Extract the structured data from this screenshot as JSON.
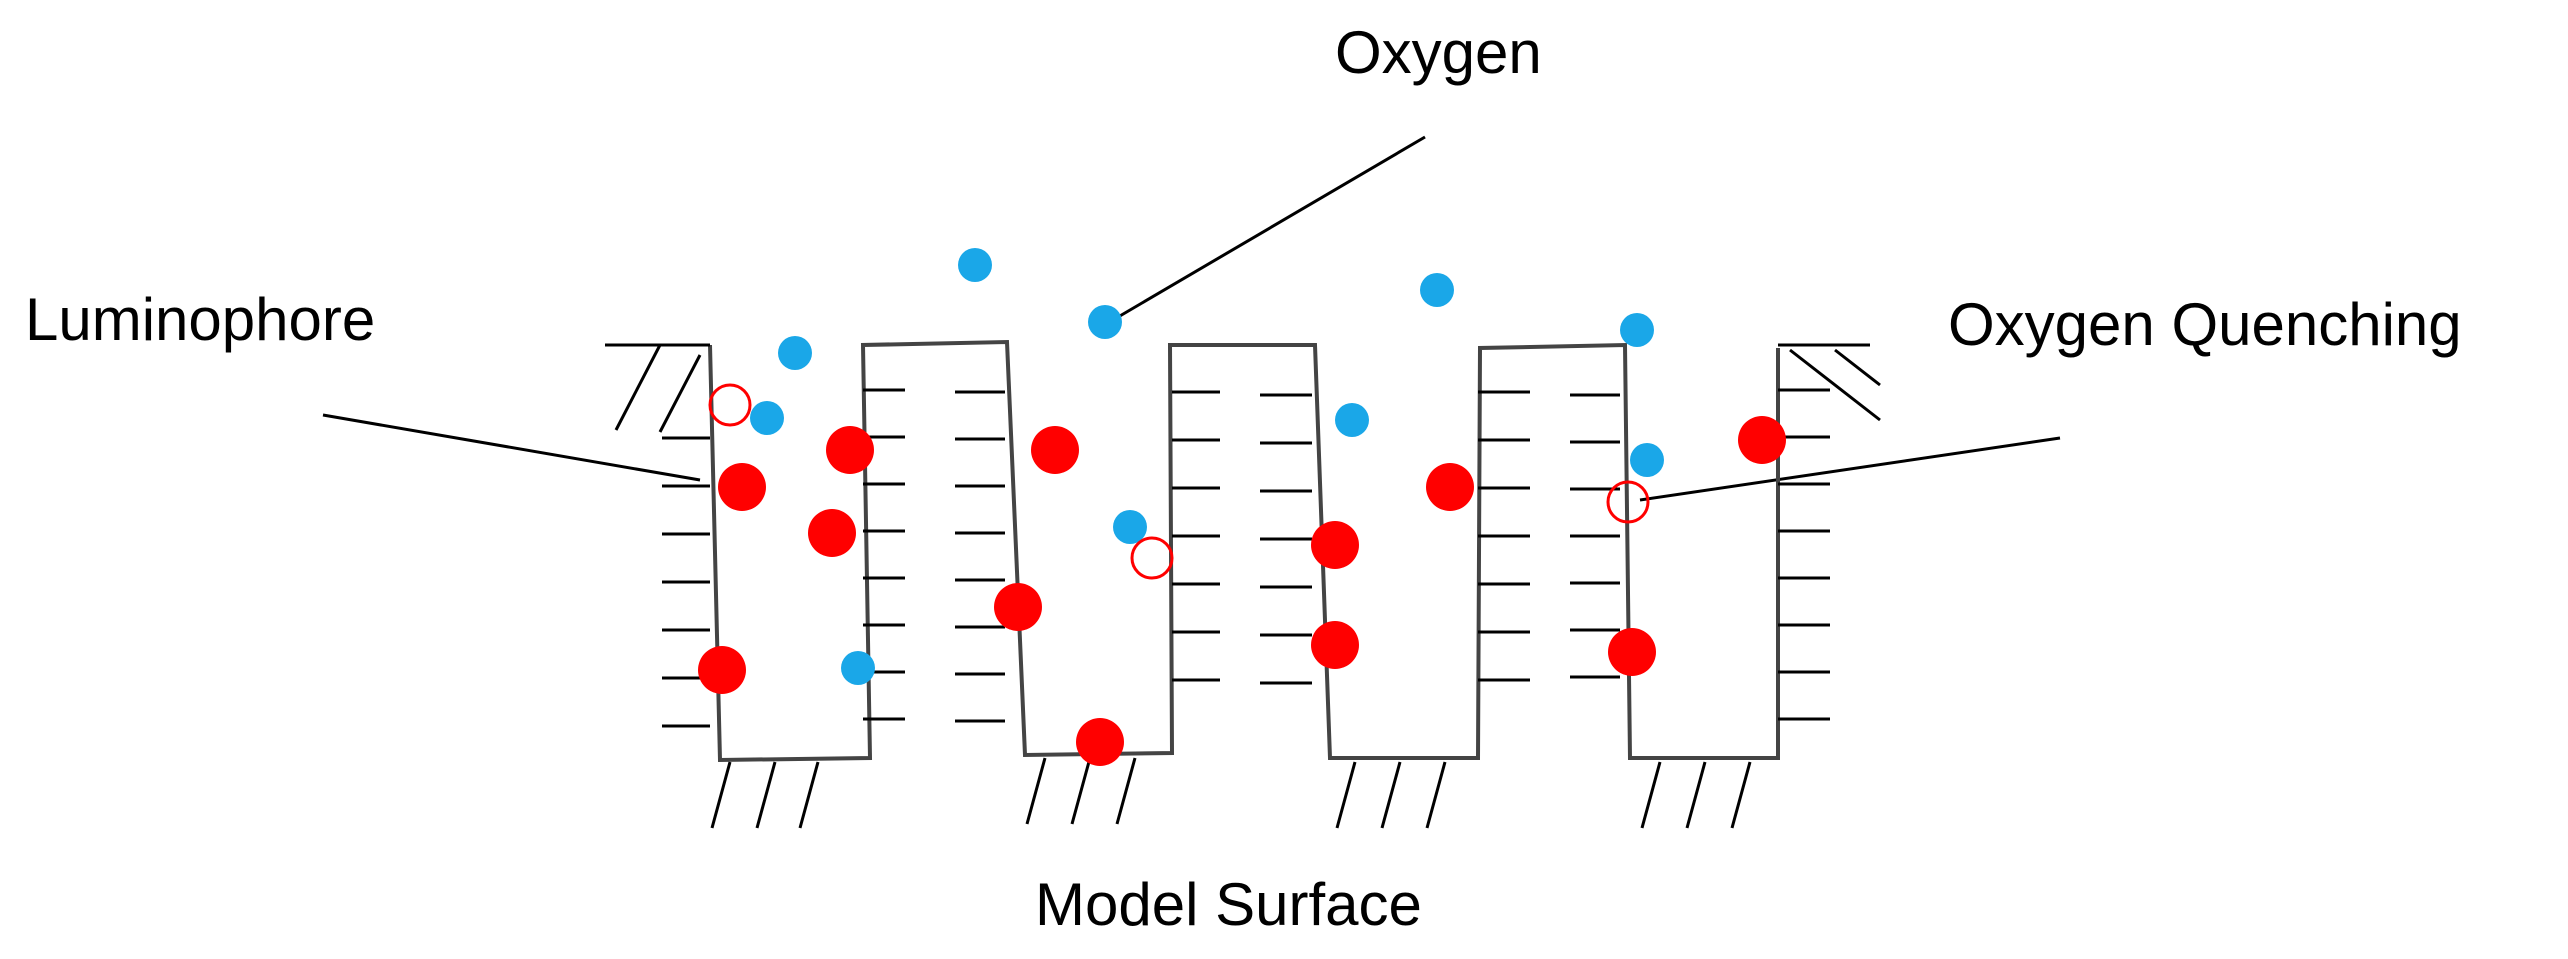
{
  "labels": {
    "oxygen": "Oxygen",
    "luminophore": "Luminophore",
    "quenching": "Oxygen Quenching",
    "surface": "Model Surface"
  },
  "colors": {
    "oxygen": "#1aa7e8",
    "luminophore": "#ff0000",
    "structure": "#444444",
    "hatch": "#000000"
  },
  "legend_symbols": {
    "oxygen": "filled blue circle",
    "luminophore": "filled red circle",
    "quenched_luminophore": "hollow red circle"
  }
}
